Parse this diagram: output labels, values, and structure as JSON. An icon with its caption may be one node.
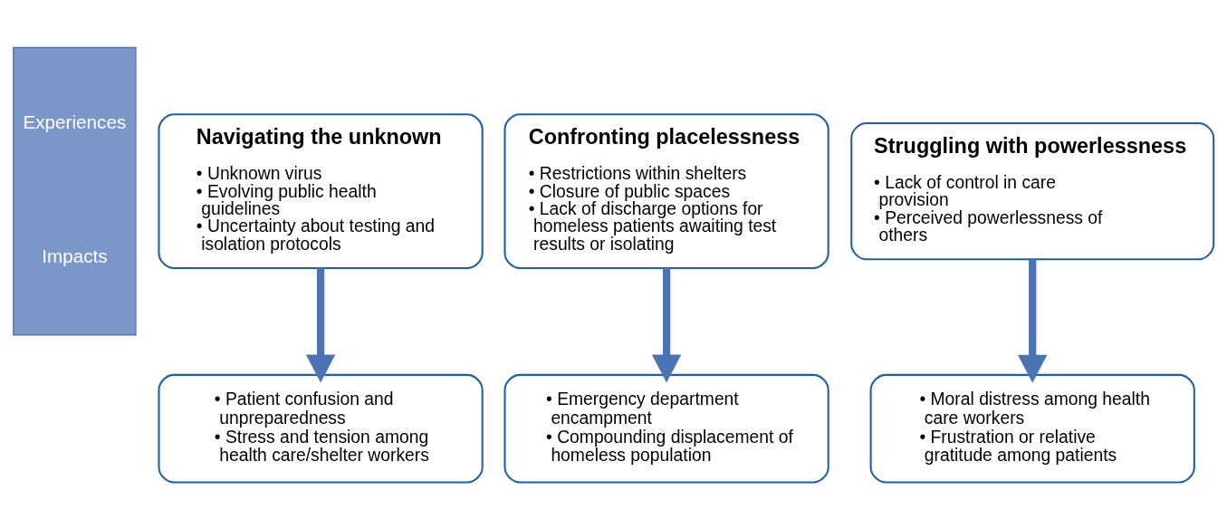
{
  "diagram": {
    "nodes": [
      {
        "text": [
          "Experiences",
          "Impacts"
        ]
      },
      {
        "text": [
          "Navigating the unknown",
          "• Unknown virus",
          "• Evolving public health guidelines",
          "• Uncertainty about testing and isolation protocols"
        ]
      },
      {
        "text": [
          "Confronting placelessness",
          "• Restrictions within shelters",
          "• Closure of public spaces",
          "• Lack of discharge options for homeless patients awaiting test results or isolating"
        ]
      },
      {
        "text": [
          "Struggling with powerlessness",
          "• Lack of control in care provision",
          "• Perceived powerlessness of others"
        ]
      },
      {
        "text": [
          "• Patient confusion and unpreparedness",
          "• Stress and tension among health care/shelter workers"
        ]
      },
      {
        "text": [
          "• Emergency department encampment",
          "• Compounding displacement of homeless population"
        ]
      },
      {
        "text": [
          "• Moral distress among health care workers",
          "• Frustration or relative gratitude among patients"
        ]
      }
    ],
    "edges": [
      {
        "from": 1,
        "to": 4,
        "arrow": "to"
      },
      {
        "from": 2,
        "to": 5,
        "arrow": "to"
      },
      {
        "from": 3,
        "to": 6,
        "arrow": "to"
      }
    ]
  }
}
